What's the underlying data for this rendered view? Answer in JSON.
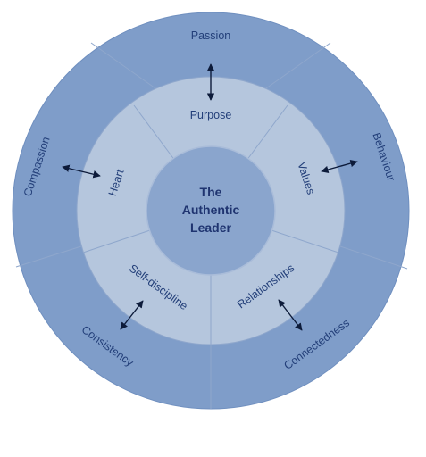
{
  "center": {
    "lines": [
      "The",
      "Authentic",
      "Leader"
    ]
  },
  "inner_ring": {
    "purpose": "Purpose",
    "values": "Values",
    "relationships": "Relationships",
    "self_discipline": "Self-discipline",
    "heart": "Heart"
  },
  "outer_ring": {
    "passion": "Passion",
    "behaviour": "Behaviour",
    "connectedness": "Connectedness",
    "consistency": "Consistency",
    "compassion": "Compassion"
  },
  "colors": {
    "outer_fill": "#7f9dc9",
    "inner_fill": "#b5c6dd",
    "center_fill": "#8aa5cd",
    "text": "#233f79",
    "arrow": "#0d1b3a"
  }
}
